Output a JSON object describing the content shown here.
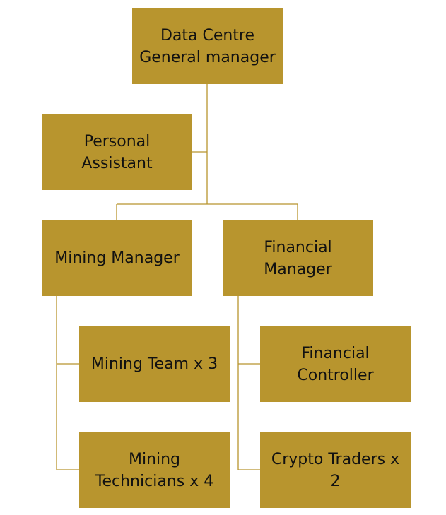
{
  "org_chart": {
    "general_manager": {
      "line1": "Data Centre",
      "line2": "General manager"
    },
    "personal_assistant": {
      "line1": "Personal",
      "line2": "Assistant"
    },
    "mining_manager": {
      "line1": "Mining Manager"
    },
    "financial_manager": {
      "line1": "Financial",
      "line2": "Manager"
    },
    "mining_team": {
      "line1": "Mining Team x 3"
    },
    "mining_technicians": {
      "line1": "Mining",
      "line2": "Technicians x 4"
    },
    "financial_controller": {
      "line1": "Financial",
      "line2": "Controller"
    },
    "crypto_traders": {
      "line1": "Crypto Traders x",
      "line2": "2"
    }
  },
  "colors": {
    "box_fill": "#b8952e",
    "connector": "#b8952e",
    "text": "#111111"
  }
}
